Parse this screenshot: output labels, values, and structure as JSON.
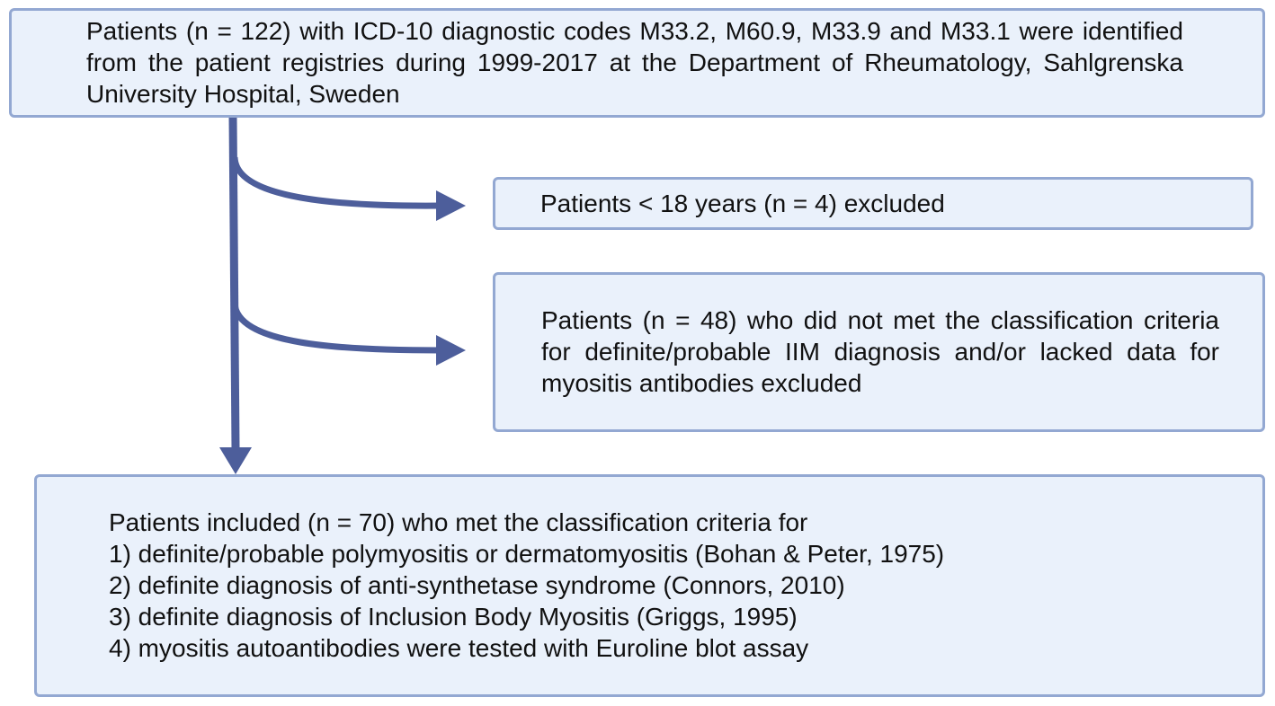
{
  "boxes": {
    "source": {
      "text": "Patients (n = 122) with ICD-10 diagnostic codes M33.2, M60.9, M33.9 and M33.1 were identified from the patient registries during 1999-2017 at the Department of Rheumatology, Sahlgrenska University Hospital, Sweden"
    },
    "exclusion_age": {
      "text": "Patients < 18 years (n = 4) excluded"
    },
    "exclusion_criteria": {
      "text": "Patients (n = 48) who did not met the classification criteria for definite/probable IIM diagnosis and/or lacked data for myositis antibodies excluded"
    },
    "included": {
      "lines": [
        "Patients included (n = 70) who met the classification criteria for",
        "1) definite/probable polymyositis or dermatomyositis (Bohan & Peter, 1975)",
        "2) definite diagnosis of anti-synthetase syndrome (Connors, 2010)",
        "3) definite diagnosis of Inclusion Body Myositis (Griggs, 1995)",
        "4) myositis autoantibodies were tested with Euroline blot assay"
      ]
    }
  },
  "colors": {
    "box_fill": "#eaf1fb",
    "box_border": "#93a8d2",
    "arrow": "#4d5e9b"
  }
}
